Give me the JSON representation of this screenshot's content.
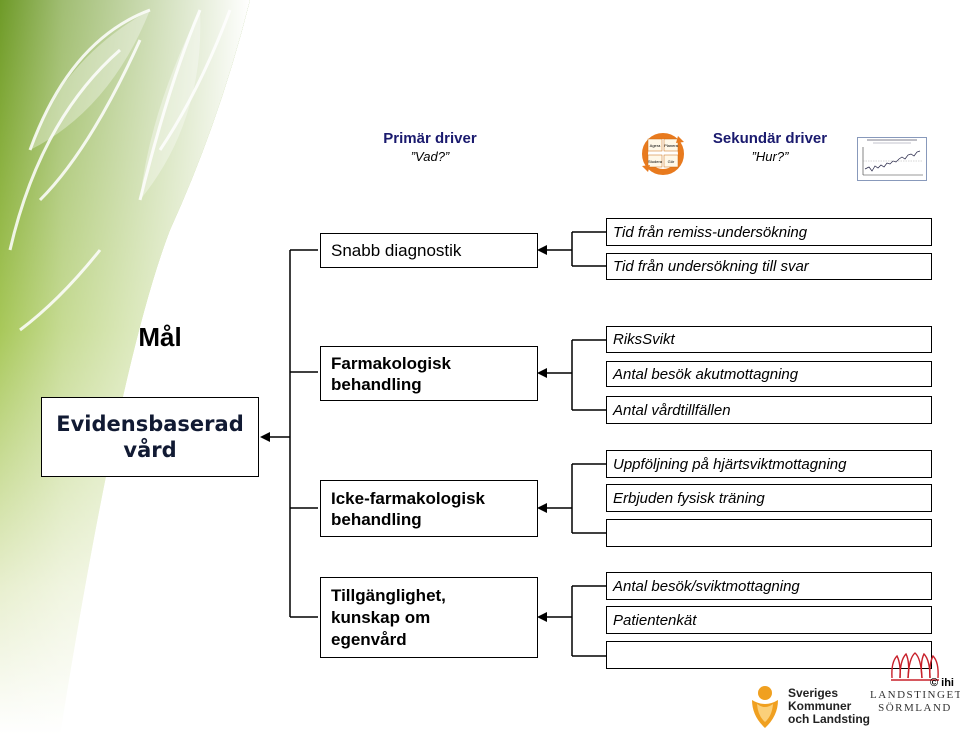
{
  "headers": {
    "primary_title": "Primär driver",
    "primary_sub": "”Vad?”",
    "secondary_title": "Sekundär driver",
    "secondary_sub": "”Hur?”"
  },
  "pdsa_labels": [
    "Agera",
    "Planera",
    "Studera",
    "Gör"
  ],
  "goal": {
    "heading": "Mål",
    "text": "Evidensbaserad vård"
  },
  "primary_drivers": [
    {
      "label": "Snabb diagnostik",
      "secondary": [
        "Tid från remiss-undersökning",
        "Tid från undersökning till svar"
      ]
    },
    {
      "label": "Farmakologisk behandling",
      "secondary": [
        "RiksSvikt",
        "Antal besök akutmottagning",
        "Antal vårdtillfällen"
      ]
    },
    {
      "label": "Icke-farmakologisk behandling",
      "secondary": [
        "Uppföljning på hjärtsviktmottagning",
        "Erbjuden fysisk träning",
        ""
      ]
    },
    {
      "label": "Tillgänglighet, kunskap om egenvård",
      "secondary": [
        "Antal besök/sviktmottagning",
        "Patientenkät",
        ""
      ]
    }
  ],
  "footer": {
    "copyright": "© ihi",
    "skl_lines": [
      "Sveriges",
      "Kommuner",
      "och Landsting"
    ],
    "ls_lines": [
      "LANDSTINGET",
      "SÖRMLAND"
    ]
  },
  "colors": {
    "accent_green": "#8fb83a",
    "line": "#000000",
    "header_text": "#1a1a6e",
    "pdsa_orange": "#e87a1e",
    "skl_orange": "#f0a020",
    "ls_red": "#c8202a"
  }
}
